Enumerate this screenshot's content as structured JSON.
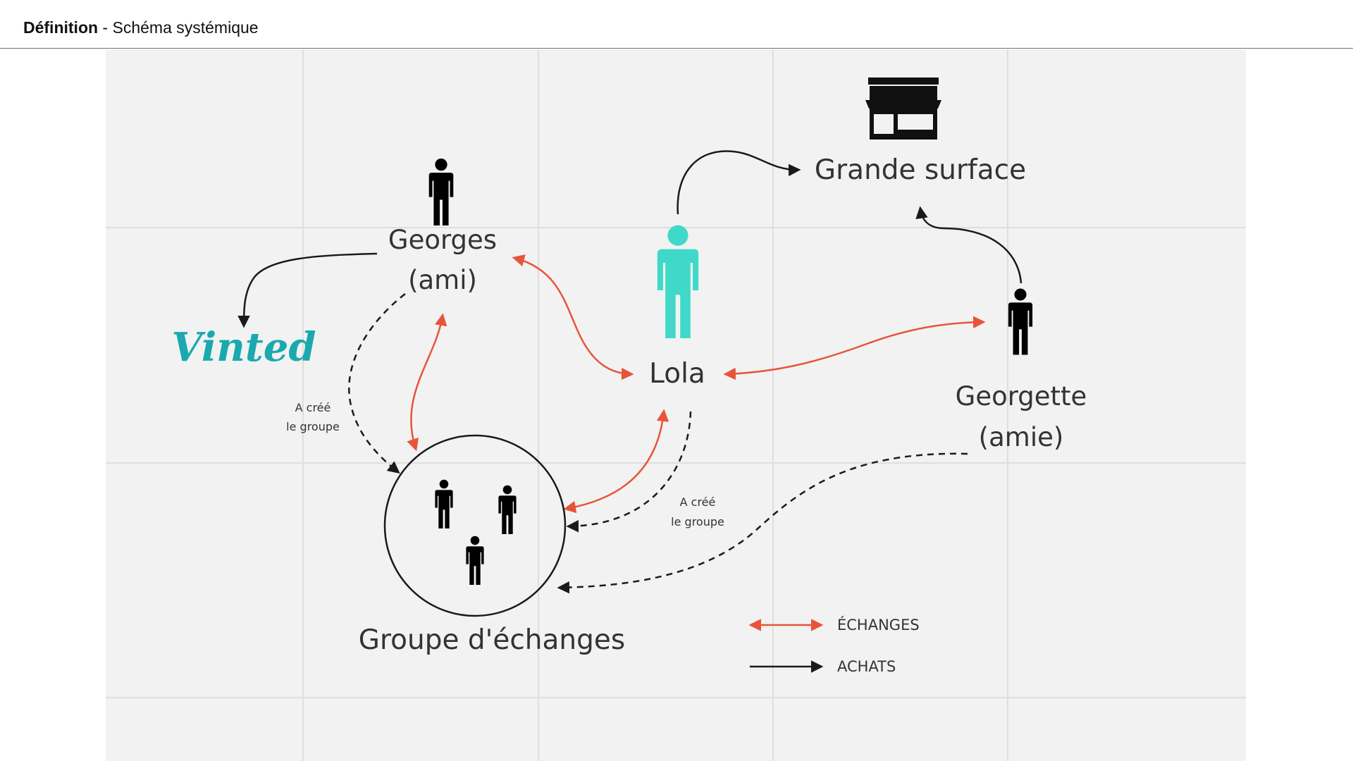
{
  "header": {
    "title_bold": "Définition",
    "title_rest": " - Schéma systémique"
  },
  "diagram": {
    "nodes": {
      "georges_name": "Georges",
      "georges_role": "(ami)",
      "lola": "Lola",
      "georgette_name": "Georgette",
      "georgette_role": "(amie)",
      "grande_surface": "Grande surface",
      "groupe": "Groupe d'échanges",
      "vinted_logo": "Vinted"
    },
    "annotations": {
      "created_line1": "A créé",
      "created_line2": "le groupe"
    },
    "legend": {
      "exchanges": "ÉCHANGES",
      "purchases": "ACHATS"
    },
    "colors": {
      "exchanges": "#e8543a",
      "purchases": "#1a1a1a",
      "lola": "#40d9c9",
      "vinted": "#1aa9ae"
    },
    "icons": [
      "person-icon",
      "store-icon",
      "vinted-logo"
    ]
  }
}
